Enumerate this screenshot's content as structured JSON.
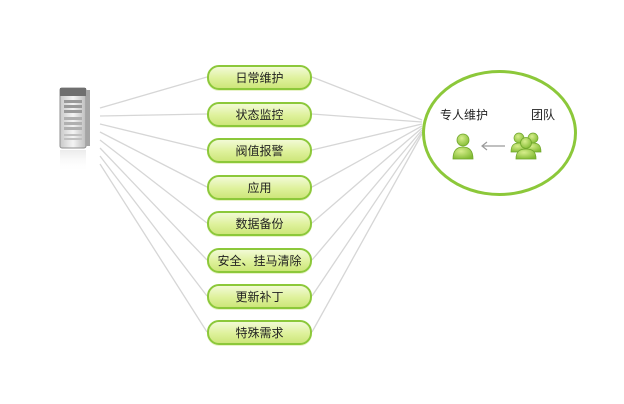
{
  "services": [
    "日常维护",
    "状态监控",
    "阀值报警",
    "应用",
    "数据备份",
    "安全、挂马清除",
    "更新补丁",
    "特殊需求"
  ],
  "team": {
    "expert_label": "专人维护",
    "team_label": "团队"
  },
  "colors": {
    "accent": "#8cc83a",
    "pill_fill": "#dff19c",
    "person_green": "#8cc63f",
    "line_gray": "#d6d6d6"
  },
  "icons": [
    "server-icon",
    "person-icon",
    "team-icon",
    "arrow-left-icon"
  ]
}
